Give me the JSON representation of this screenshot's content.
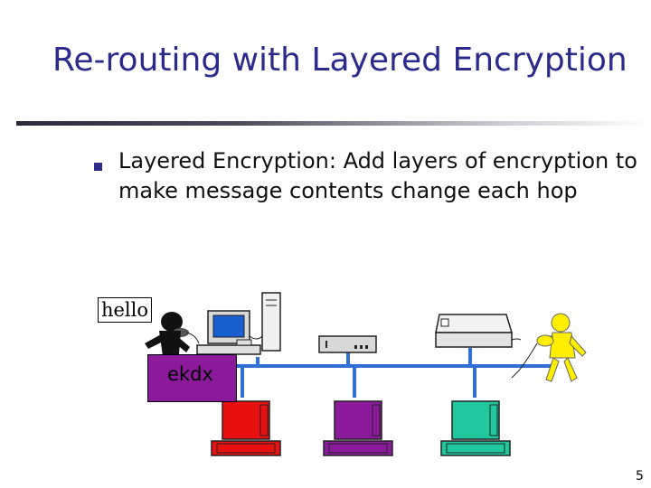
{
  "slide": {
    "title": "Re-routing with Layered Encryption",
    "bullet": "Layered Encryption:  Add layers of encryption to make message contents change each hop",
    "message_plain": "hello",
    "message_encrypted": "ekdx",
    "page_number": "5"
  },
  "colors": {
    "title": "#2b2b8c",
    "network_line": "#2f6fd6",
    "encrypted_box": "#8a1a9a",
    "computer_red": "#e81010",
    "computer_purple": "#8a1a9a",
    "computer_teal": "#20c8a0",
    "recipient_figure": "#ffee00",
    "sender_figure": "#111111"
  },
  "icons": [
    "sender-person-icon",
    "server-computer-icon",
    "hub-router-icon",
    "printer-icon",
    "recipient-person-icon",
    "router-computer-icon"
  ]
}
